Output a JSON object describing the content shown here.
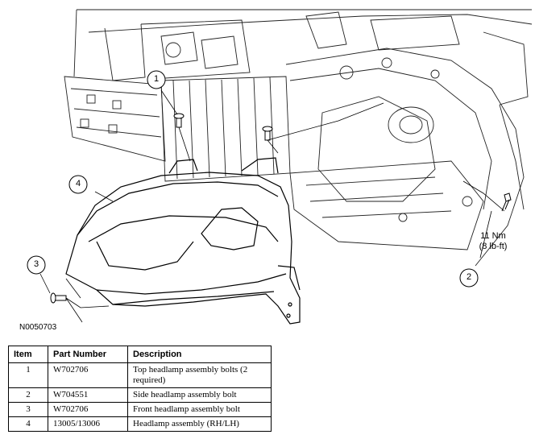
{
  "figure": {
    "id": "N0050703",
    "callouts": [
      "1",
      "2",
      "3",
      "4"
    ],
    "torque": {
      "metric": "11 Nm",
      "imperial": "(8 lb-ft)"
    }
  },
  "table": {
    "headers": {
      "item": "Item",
      "part_number": "Part Number",
      "description": "Description"
    },
    "rows": [
      {
        "item": "1",
        "part_number": "W702706",
        "description": "Top headlamp assembly bolts (2 required)"
      },
      {
        "item": "2",
        "part_number": "W704551",
        "description": "Side headlamp assembly bolt"
      },
      {
        "item": "3",
        "part_number": "W702706",
        "description": "Front headlamp assembly bolt"
      },
      {
        "item": "4",
        "part_number": "13005/13006",
        "description": "Headlamp assembly (RH/LH)"
      }
    ]
  }
}
